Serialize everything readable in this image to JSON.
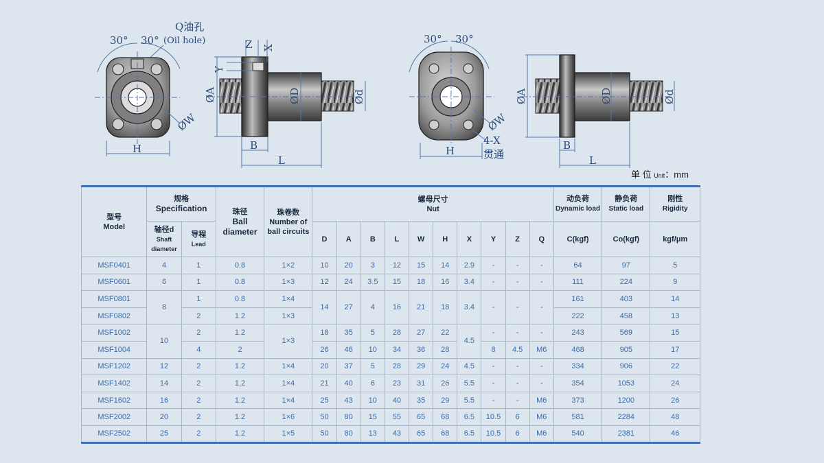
{
  "drawings": {
    "left": {
      "angle1": "30°",
      "angle2": "30°",
      "oil_hole_cn": "Q油孔",
      "oil_hole_en": "(Oil hole)",
      "label_H": "H",
      "label_W": "ØW",
      "label_Z": "Z",
      "label_X": "X",
      "label_Y": "Y",
      "label_A": "ØA",
      "label_D": "ØD",
      "label_d": "Ød",
      "label_B": "B",
      "label_L": "L"
    },
    "right": {
      "angle1": "30°",
      "angle2": "30°",
      "label_H": "H",
      "label_W": "ØW",
      "label_4X": "4-X",
      "label_through": "贯通",
      "label_A": "ØA",
      "label_D": "ØD",
      "label_d": "Ød",
      "label_B": "B",
      "label_L": "L"
    }
  },
  "unit": {
    "cn": "单 位",
    "en": "Unit",
    "value": "mm"
  },
  "table": {
    "headers": {
      "model_cn": "型号",
      "model_en": "Model",
      "spec_cn": "规格",
      "spec_en": "Specification",
      "shaft_cn": "轴径d",
      "shaft_en1": "Shaft",
      "shaft_en2": "diameter",
      "lead_cn": "导程",
      "lead_en": "Lead",
      "ball_cn": "珠径",
      "ball_en1": "Ball",
      "ball_en2": "diameter",
      "circuits_cn": "珠卷数",
      "circuits_en1": "Number of",
      "circuits_en2": "ball circuits",
      "nut_cn": "螺母尺寸",
      "nut_en": "Nut",
      "nut_cols": [
        "D",
        "A",
        "B",
        "L",
        "W",
        "H",
        "X",
        "Y",
        "Z",
        "Q"
      ],
      "dyn_cn": "动负荷",
      "dyn_en": "Dynamic load",
      "dyn_unit": "C(kgf)",
      "static_cn": "静负荷",
      "static_en": "Static load",
      "static_unit": "Co(kgf)",
      "rig_cn": "刚性",
      "rig_en": "Rigidity",
      "rig_unit": "kgf/μm"
    },
    "rows": [
      {
        "model": "MSF0401",
        "shaft": "4",
        "lead": "1",
        "ball": "0.8",
        "circuits": "1×2",
        "D": "10",
        "A": "20",
        "B": "3",
        "L": "12",
        "W": "15",
        "H": "14",
        "X": "2.9",
        "Y": "-",
        "Z": "-",
        "Q": "-",
        "C": "64",
        "Co": "97",
        "rig": "5"
      },
      {
        "model": "MSF0601",
        "shaft": "6",
        "lead": "1",
        "ball": "0.8",
        "circuits": "1×3",
        "D": "12",
        "A": "24",
        "B": "3.5",
        "L": "15",
        "W": "18",
        "H": "16",
        "X": "3.4",
        "Y": "-",
        "Z": "-",
        "Q": "-",
        "C": "111",
        "Co": "224",
        "rig": "9"
      },
      {
        "model": "MSF0801",
        "shaft": "8",
        "lead": "1",
        "ball": "0.8",
        "circuits": "1×4",
        "D": "14",
        "A": "27",
        "B": "4",
        "L": "16",
        "W": "21",
        "H": "18",
        "X": "3.4",
        "Y": "-",
        "Z": "-",
        "Q": "-",
        "C": "161",
        "Co": "403",
        "rig": "14"
      },
      {
        "model": "MSF0802",
        "lead": "2",
        "ball": "1.2",
        "circuits": "1×3",
        "C": "222",
        "Co": "458",
        "rig": "13"
      },
      {
        "model": "MSF1002",
        "shaft": "10",
        "lead": "2",
        "ball": "1.2",
        "circuits": "1×3",
        "D": "18",
        "A": "35",
        "B": "5",
        "L": "28",
        "W": "27",
        "H": "22",
        "X": "4.5",
        "Y": "-",
        "Z": "-",
        "Q": "-",
        "C": "243",
        "Co": "569",
        "rig": "15"
      },
      {
        "model": "MSF1004",
        "lead": "4",
        "ball": "2",
        "D": "26",
        "A": "46",
        "B": "10",
        "L": "34",
        "W": "36",
        "H": "28",
        "Y": "8",
        "Z": "4.5",
        "Q": "M6",
        "C": "468",
        "Co": "905",
        "rig": "17"
      },
      {
        "model": "MSF1202",
        "shaft": "12",
        "lead": "2",
        "ball": "1.2",
        "circuits": "1×4",
        "D": "20",
        "A": "37",
        "B": "5",
        "L": "28",
        "W": "29",
        "H": "24",
        "X": "4.5",
        "Y": "-",
        "Z": "-",
        "Q": "-",
        "C": "334",
        "Co": "906",
        "rig": "22"
      },
      {
        "model": "MSF1402",
        "shaft": "14",
        "lead": "2",
        "ball": "1.2",
        "circuits": "1×4",
        "D": "21",
        "A": "40",
        "B": "6",
        "L": "23",
        "W": "31",
        "H": "26",
        "X": "5.5",
        "Y": "-",
        "Z": "-",
        "Q": "-",
        "C": "354",
        "Co": "1053",
        "rig": "24"
      },
      {
        "model": "MSF1602",
        "shaft": "16",
        "lead": "2",
        "ball": "1.2",
        "circuits": "1×4",
        "D": "25",
        "A": "43",
        "B": "10",
        "L": "40",
        "W": "35",
        "H": "29",
        "X": "5.5",
        "Y": "-",
        "Z": "-",
        "Q": "M6",
        "C": "373",
        "Co": "1200",
        "rig": "26"
      },
      {
        "model": "MSF2002",
        "shaft": "20",
        "lead": "2",
        "ball": "1.2",
        "circuits": "1×6",
        "D": "50",
        "A": "80",
        "B": "15",
        "L": "55",
        "W": "65",
        "H": "68",
        "X": "6.5",
        "Y": "10.5",
        "Z": "6",
        "Q": "M6",
        "C": "581",
        "Co": "2284",
        "rig": "48"
      },
      {
        "model": "MSF2502",
        "shaft": "25",
        "lead": "2",
        "ball": "1.2",
        "circuits": "1×5",
        "D": "50",
        "A": "80",
        "B": "13",
        "L": "43",
        "W": "65",
        "H": "68",
        "X": "6.5",
        "Y": "10.5",
        "Z": "6",
        "Q": "M6",
        "C": "540",
        "Co": "2381",
        "rig": "46"
      }
    ]
  }
}
